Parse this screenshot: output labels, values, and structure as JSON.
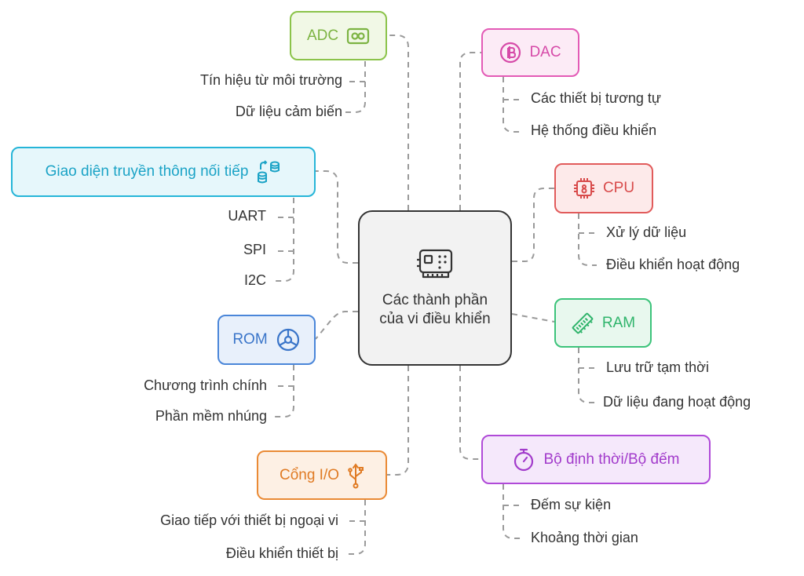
{
  "center": {
    "title": "Các thành phần của vi điều khiển",
    "icon": "microcontroller-board-icon"
  },
  "nodes": {
    "adc": {
      "label": "ADC",
      "icon": "adc-converter-icon",
      "color": "#8bc34a",
      "bg": "#f1f8e6",
      "text": "#7cb342",
      "items": [
        "Tín hiệu từ môi trường",
        "Dữ liệu cảm biến"
      ]
    },
    "dac": {
      "label": "DAC",
      "icon": "dac-b-icon",
      "color": "#e35bb6",
      "bg": "#fcebf6",
      "text": "#d64aa8",
      "items": [
        "Các thiết bị tương tự",
        "Hệ thống điều khiển"
      ]
    },
    "serial": {
      "label": "Giao diện truyền thông nối tiếp",
      "icon": "serial-data-icon",
      "color": "#26b5d8",
      "bg": "#e6f7fb",
      "text": "#1ba3c6",
      "items": [
        "UART",
        "SPI",
        "I2C"
      ]
    },
    "cpu": {
      "label": "CPU",
      "icon": "cpu-chip-icon",
      "color": "#e15b5b",
      "bg": "#fdeaea",
      "text": "#d84a4a",
      "items": [
        "Xử lý dữ liệu",
        "Điều khiển hoạt động"
      ]
    },
    "ram": {
      "label": "RAM",
      "icon": "ram-memory-icon",
      "color": "#3cc37a",
      "bg": "#e8f8ee",
      "text": "#2fb46b",
      "items": [
        "Lưu trữ tạm thời",
        "Dữ liệu đang hoạt động"
      ]
    },
    "rom": {
      "label": "ROM",
      "icon": "rom-disc-icon",
      "color": "#4a86d9",
      "bg": "#e8f0fb",
      "text": "#3a75c9",
      "items": [
        "Chương trình chính",
        "Phần mềm nhúng"
      ]
    },
    "timer": {
      "label": "Bộ định thời/Bộ đếm",
      "icon": "stopwatch-icon",
      "color": "#b04ad8",
      "bg": "#f5e8fb",
      "text": "#a23bcb",
      "items": [
        "Đếm sự kiện",
        "Khoảng thời gian"
      ]
    },
    "io": {
      "label": "Cổng I/O",
      "icon": "usb-icon",
      "color": "#ea8a35",
      "bg": "#fdf0e4",
      "text": "#e07b24",
      "items": [
        "Giao tiếp với thiết bị ngoại vi",
        "Điều khiển thiết bị"
      ]
    }
  },
  "connector_color": "#9a9a9a"
}
